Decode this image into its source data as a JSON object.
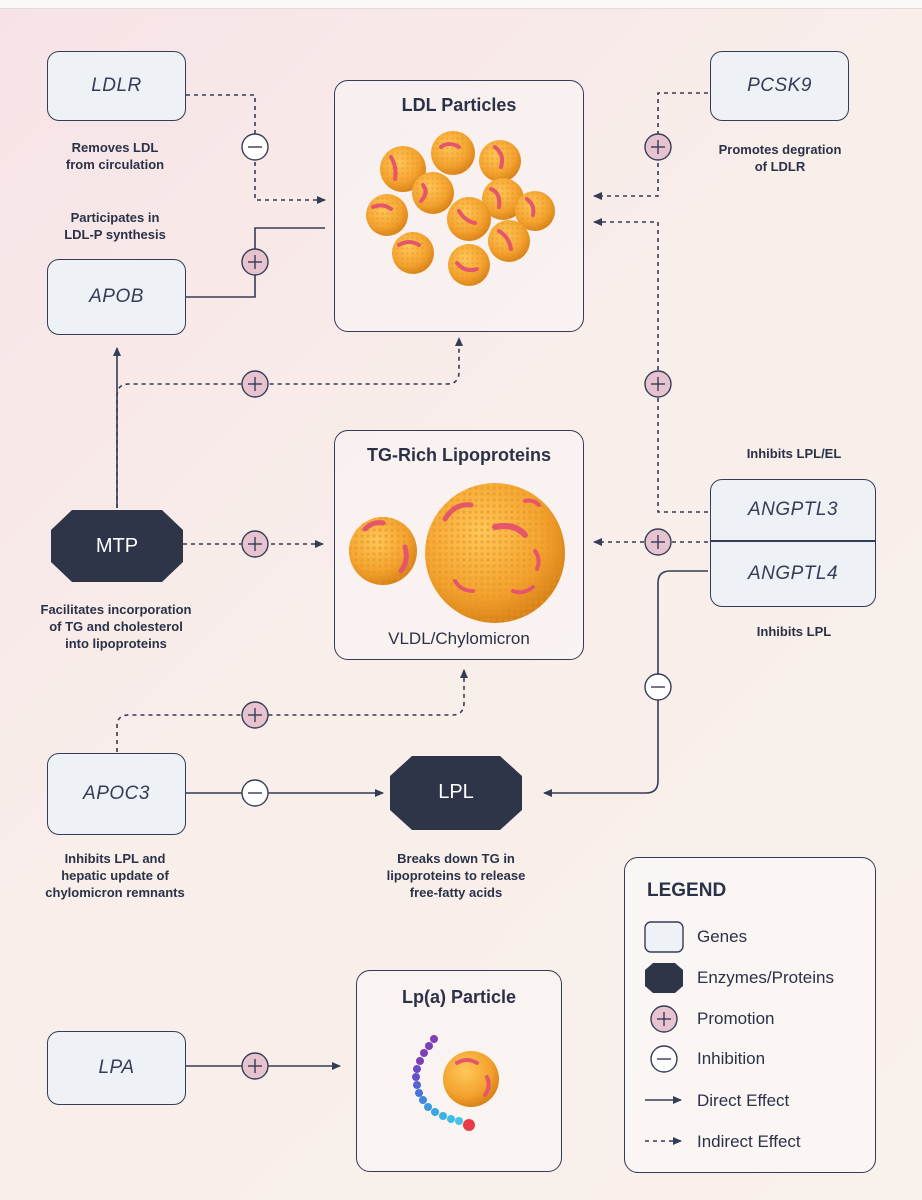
{
  "boxes": {
    "ldl": {
      "title": "LDL Particles"
    },
    "tg": {
      "title": "TG-Rich Lipoproteins",
      "caption": "VLDL/Chylomicron"
    },
    "lpa_particle": {
      "title": "Lp(a) Particle"
    }
  },
  "genes": {
    "ldlr": "LDLR",
    "pcsk9": "PCSK9",
    "apob": "APOB",
    "angptl3": "ANGPTL3",
    "angptl4": "ANGPTL4",
    "apoc3": "APOC3",
    "lpa": "LPA"
  },
  "enzymes": {
    "mtp": "MTP",
    "lpl": "LPL"
  },
  "notes": {
    "ldlr": "Removes LDL\nfrom circulation",
    "pcsk9": "Promotes degration\nof LDLR",
    "apob": "Participates in\nLDL-P synthesis",
    "angptl3": "Inhibits LPL/EL",
    "angptl4": "Inhibits LPL",
    "mtp": "Facilitates incorporation\nof TG and cholesterol\ninto lipoproteins",
    "apoc3": "Inhibits LPL and\nhepatic update of\nchylomicron remnants",
    "lpl": "Breaks down TG in\nlipoproteins to release\nfree-fatty acids"
  },
  "legend": {
    "title": "LEGEND",
    "items": [
      "Genes",
      "Enzymes/Proteins",
      "Promotion",
      "Inhibition",
      "Direct Effect",
      "Indirect Effect"
    ]
  },
  "colors": {
    "line": "#353c55",
    "gene_fill": "#eef1f6",
    "enzyme_fill": "#2e3549",
    "promotion_fill": "#e6c3cf",
    "inhibition_fill": "#ffffff",
    "particle": "#f3a22e",
    "particle_stripe": "#e5566a"
  }
}
